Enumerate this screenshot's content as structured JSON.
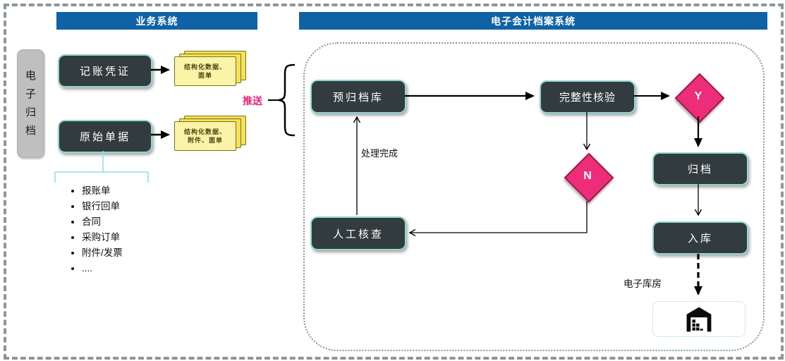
{
  "headers": {
    "business": "业务系统",
    "archive": "电子会计档案系统"
  },
  "left_rail": {
    "label": "电子归档"
  },
  "business": {
    "voucher_box": "记账凭证",
    "voucher_stack": {
      "line1": "结构化数据、",
      "line2": "面单"
    },
    "original_box": "原始单据",
    "original_stack": {
      "line1": "结构化数据、",
      "line2": "附件、面单"
    },
    "doc_types": [
      "报账单",
      "银行回单",
      "合同",
      "采购订单",
      "附件/发票",
      "...."
    ]
  },
  "push_label": "推送",
  "archive_flow": {
    "pre_archive": "预归档库",
    "integrity_check": "完整性核验",
    "decision_yes": "Y",
    "decision_no": "N",
    "archive": "归档",
    "warehouse_in": "入库",
    "manual_check": "人工核查",
    "process_done_label": "处理完成",
    "e_warehouse_label": "电子库房"
  },
  "colors": {
    "header_blue": "#0F62A5",
    "node_dark": "#323C3E",
    "node_border_teal": "#8FD8D3",
    "decision_pink": "#EE2D7A",
    "decision_border": "#9E1B42",
    "doc_yellow_front": "#FAF3A8",
    "doc_yellow_back": "#F3E25B",
    "push_pink": "#E8257C",
    "rail_gray": "#BFBFBF",
    "bracket_cyan": "#8EDEDE",
    "outer_border_gray": "#8D969B"
  }
}
